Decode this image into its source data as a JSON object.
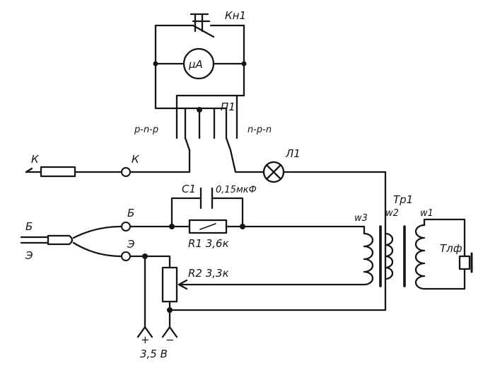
{
  "labels": {
    "button": "Кн1",
    "meter": "μA",
    "switch": "П1",
    "pnp": "p-n-p",
    "npn": "n-p-n",
    "lamp": "Л1",
    "probe_left": "К",
    "probe_right": "К",
    "capacitor_name": "C1",
    "capacitor_value": "0,15мкФ",
    "base_left": "Б",
    "base_right": "Б",
    "emitter_left": "Э",
    "emitter_right": "Э",
    "resistor1": "R1 3,6к",
    "resistor2": "R2 3,3к",
    "transformer": "Тр1",
    "winding3": "w3",
    "winding2": "w2",
    "winding1": "w1",
    "phone": "Тлф",
    "plus": "+",
    "minus": "−",
    "voltage": "3,5 В"
  },
  "colors": {
    "ink": "#151515",
    "paper": "#ffffff"
  }
}
